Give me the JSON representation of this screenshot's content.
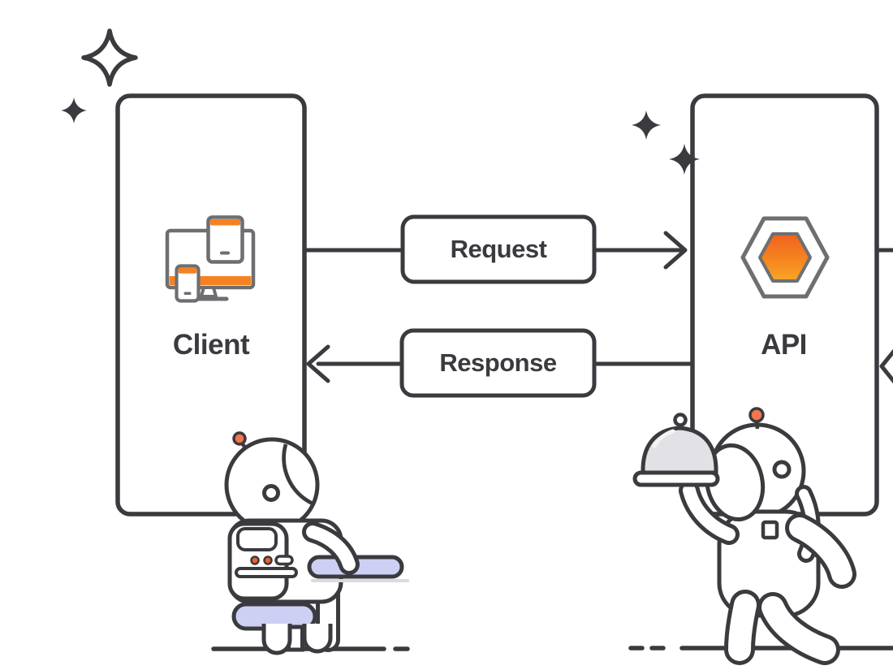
{
  "client": {
    "label": "Client",
    "icon": "devices-icon"
  },
  "api": {
    "label": "API",
    "icon": "hexagon-icon"
  },
  "flows": {
    "request": {
      "label": "Request",
      "direction": "client-to-api"
    },
    "response": {
      "label": "Response",
      "direction": "api-to-client"
    }
  },
  "decorations": {
    "sparkles": [
      "sparkle-large-outline",
      "sparkle-small-filled",
      "sparkle-near-api-1",
      "sparkle-near-api-2"
    ],
    "characters": [
      "robot-sitting-at-desk",
      "astronaut-waiter-with-cloche"
    ]
  },
  "colors": {
    "ink": "#3A3A3F",
    "icon_gray": "#6D6E71",
    "accent_orange": "#F58220",
    "hex_gradient_top": "#F1601F",
    "hex_gradient_bottom": "#F9A526",
    "lavender": "#CDD0F3",
    "coral_antenna": "#F2764F",
    "cloche_gray": "#E1E1E6",
    "background": "#FFFFFF"
  }
}
